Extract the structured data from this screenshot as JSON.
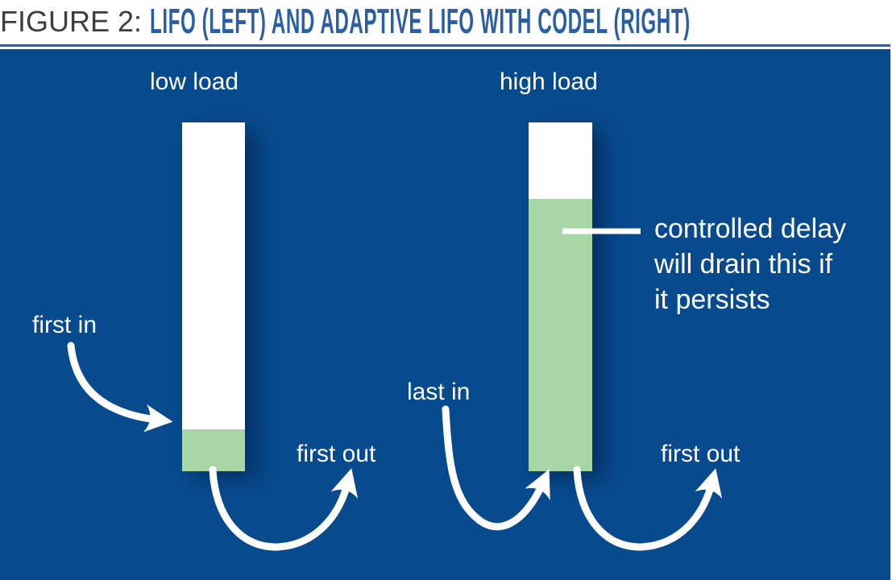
{
  "figure": {
    "label": "FIGURE 2:",
    "title": "LIFO (LEFT) AND ADAPTIVE LIFO WITH CODEL (RIGHT)"
  },
  "panel": {
    "left_queue": {
      "load_label": "low load",
      "in_label": "first in",
      "out_label": "first out",
      "fill_percent": 12
    },
    "right_queue": {
      "load_label": "high load",
      "in_label": "last in",
      "out_label": "first out",
      "fill_percent": 78,
      "callout_lines": [
        "controlled delay",
        "will drain this if",
        "it persists"
      ]
    }
  },
  "colors": {
    "panel-blue": "#084a8e",
    "title-blue": "#2b5fa3",
    "queue-green": "#a8d5a6",
    "figure-gray": "#3d3d3d",
    "text-white": "#ffffff"
  }
}
